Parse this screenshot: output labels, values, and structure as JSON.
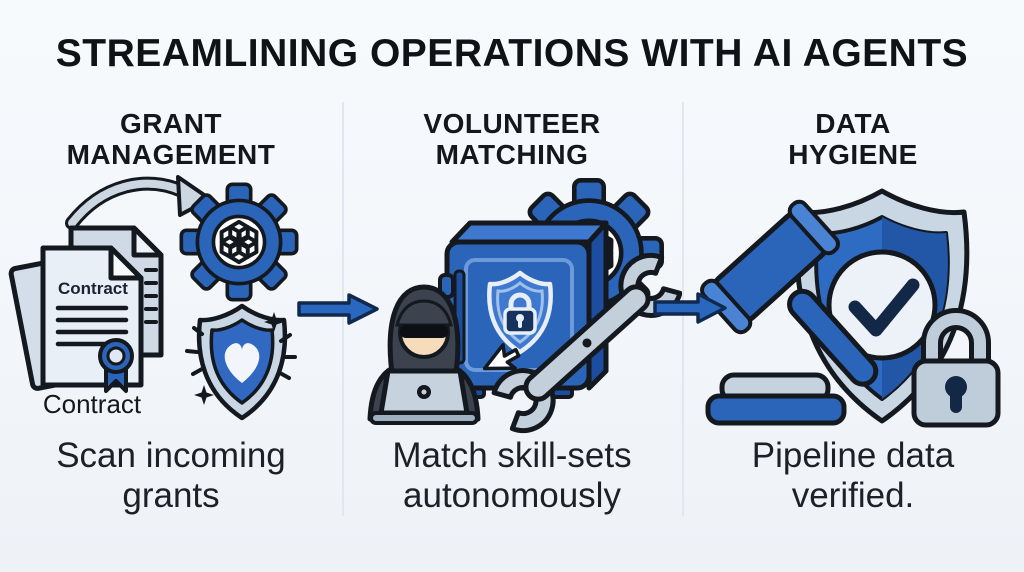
{
  "title": "STREAMLINING OPERATIONS WITH AI AGENTS",
  "columns": [
    {
      "heading": "GRANT\nMANAGEMENT",
      "caption": "Scan incoming\ngrants",
      "illustration": {
        "icons": [
          "contract-documents",
          "curved-arrow",
          "ai-agent-gear",
          "heart-shield",
          "sparkles"
        ],
        "document_label": "Contract",
        "document_caption": "Contract"
      }
    },
    {
      "heading": "VOLUNTEER\nMATCHING",
      "caption": "Match skill-sets\nautonomously",
      "illustration": {
        "icons": [
          "ai-agent-gear",
          "safe-vault",
          "lock-shield",
          "cursor-arrow",
          "wrench",
          "hooded-hacker-with-laptop"
        ]
      }
    },
    {
      "heading": "DATA\nHYGIENE",
      "caption": "Pipeline data\nverified.",
      "illustration": {
        "icons": [
          "check-shield",
          "gavel",
          "sound-block",
          "padlock"
        ]
      }
    }
  ],
  "connectors": [
    {
      "name": "arrow-1",
      "direction": "right"
    },
    {
      "name": "arrow-2",
      "direction": "right"
    }
  ],
  "colors": {
    "background": "#f4f7fa",
    "primary_blue": "#2b65ba",
    "dark_blue": "#1d4d9e",
    "outline": "#14181f",
    "light_steel": "#c6d2de",
    "text": "#15181d"
  }
}
